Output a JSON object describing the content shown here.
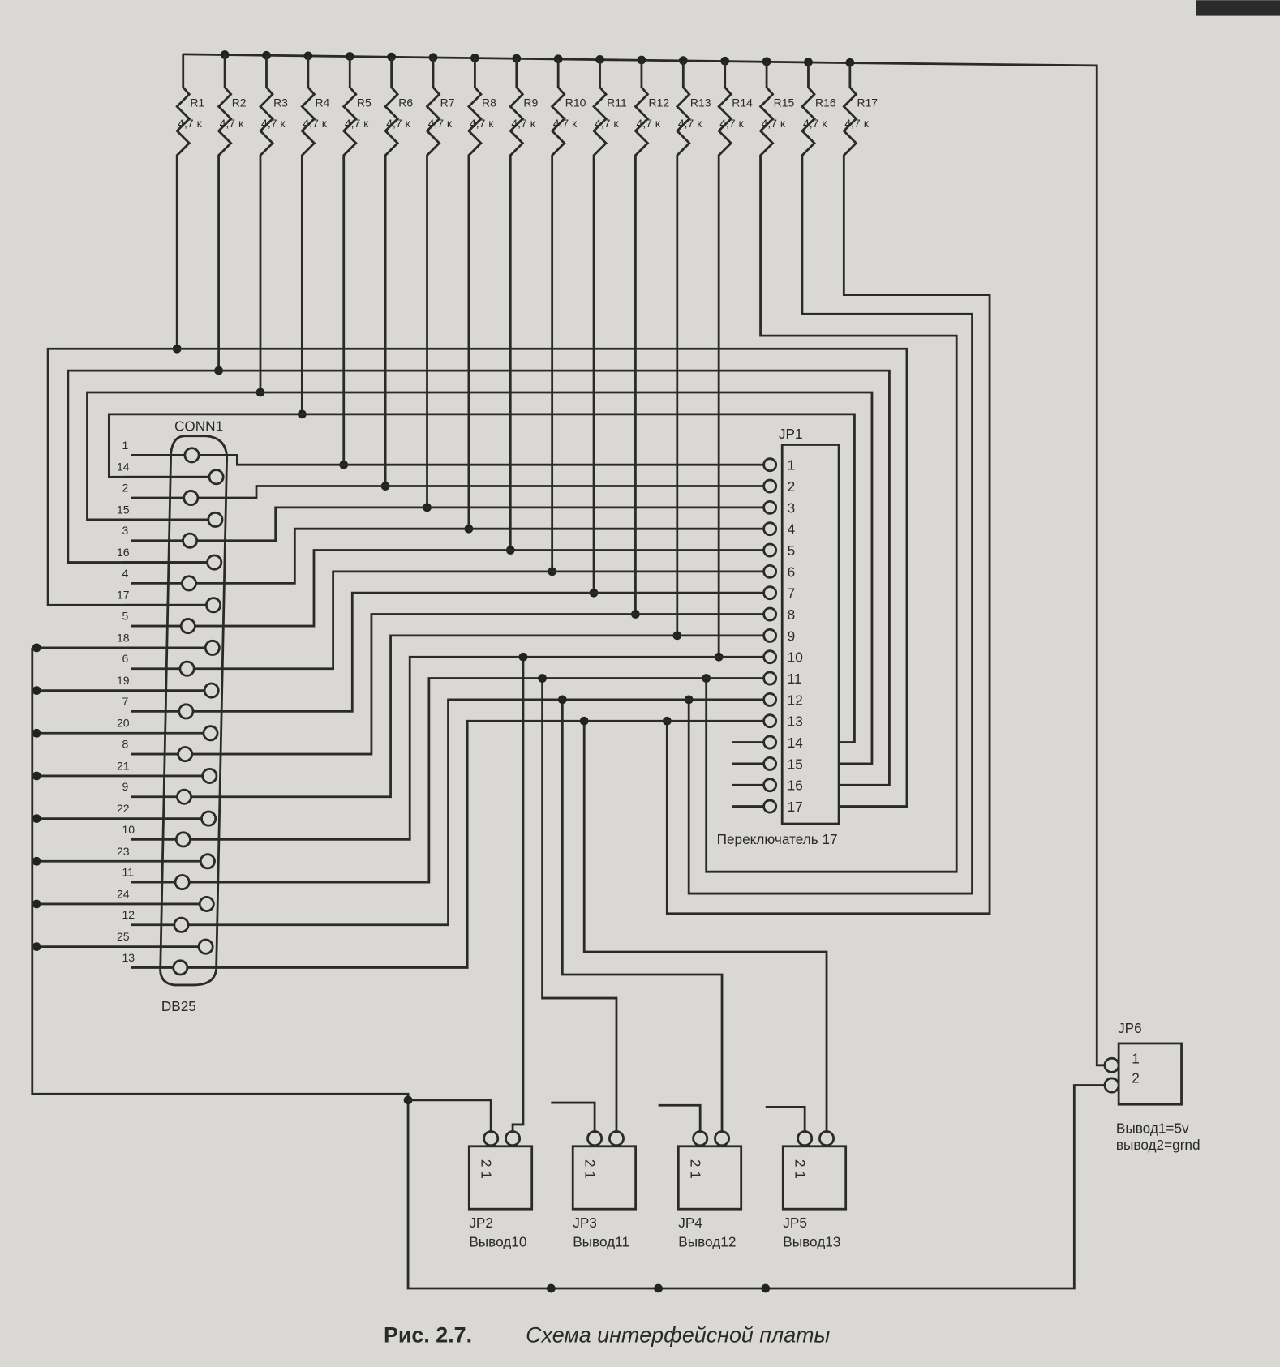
{
  "resistors": [
    {
      "name": "R1",
      "value": "4,7 к"
    },
    {
      "name": "R2",
      "value": "4,7 к"
    },
    {
      "name": "R3",
      "value": "4,7 к"
    },
    {
      "name": "R4",
      "value": "4,7 к"
    },
    {
      "name": "R5",
      "value": "4,7 к"
    },
    {
      "name": "R6",
      "value": "4,7 к"
    },
    {
      "name": "R7",
      "value": "4,7 к"
    },
    {
      "name": "R8",
      "value": "4,7 к"
    },
    {
      "name": "R9",
      "value": "4,7 к"
    },
    {
      "name": "R10",
      "value": "4,7 к"
    },
    {
      "name": "R11",
      "value": "4,7 к"
    },
    {
      "name": "R12",
      "value": "4,7 к"
    },
    {
      "name": "R13",
      "value": "4,7 к"
    },
    {
      "name": "R14",
      "value": "4,7 к"
    },
    {
      "name": "R15",
      "value": "4,7 к"
    },
    {
      "name": "R16",
      "value": "4,7 к"
    },
    {
      "name": "R17",
      "value": "4,7 к"
    }
  ],
  "db25": {
    "ref": "CONN1",
    "type": "DB25",
    "top_row_pins": [
      "1",
      "2",
      "3",
      "4",
      "5",
      "6",
      "7",
      "8",
      "9",
      "10",
      "11",
      "12",
      "13"
    ],
    "bottom_row_pins": [
      "14",
      "15",
      "16",
      "17",
      "18",
      "19",
      "20",
      "21",
      "22",
      "23",
      "24",
      "25"
    ]
  },
  "jp1": {
    "ref": "JP1",
    "pins": [
      "1",
      "2",
      "3",
      "4",
      "5",
      "6",
      "7",
      "8",
      "9",
      "10",
      "11",
      "12",
      "13",
      "14",
      "15",
      "16",
      "17"
    ],
    "description": "Переключатель 17"
  },
  "jumpers": [
    {
      "ref": "JP2",
      "pin_labels": "2 1",
      "description": "Вывод10"
    },
    {
      "ref": "JP3",
      "pin_labels": "2 1",
      "description": "Вывод11"
    },
    {
      "ref": "JP4",
      "pin_labels": "2 1",
      "description": "Вывод12"
    },
    {
      "ref": "JP5",
      "pin_labels": "2 1",
      "description": "Вывод13"
    }
  ],
  "jp6": {
    "ref": "JP6",
    "pin1": "1",
    "pin2": "2",
    "note1": "Вывод1=5v",
    "note2": "вывод2=grnd"
  },
  "caption": {
    "number": "Рис. 2.7.",
    "title": "Схема интерфейсной платы"
  }
}
